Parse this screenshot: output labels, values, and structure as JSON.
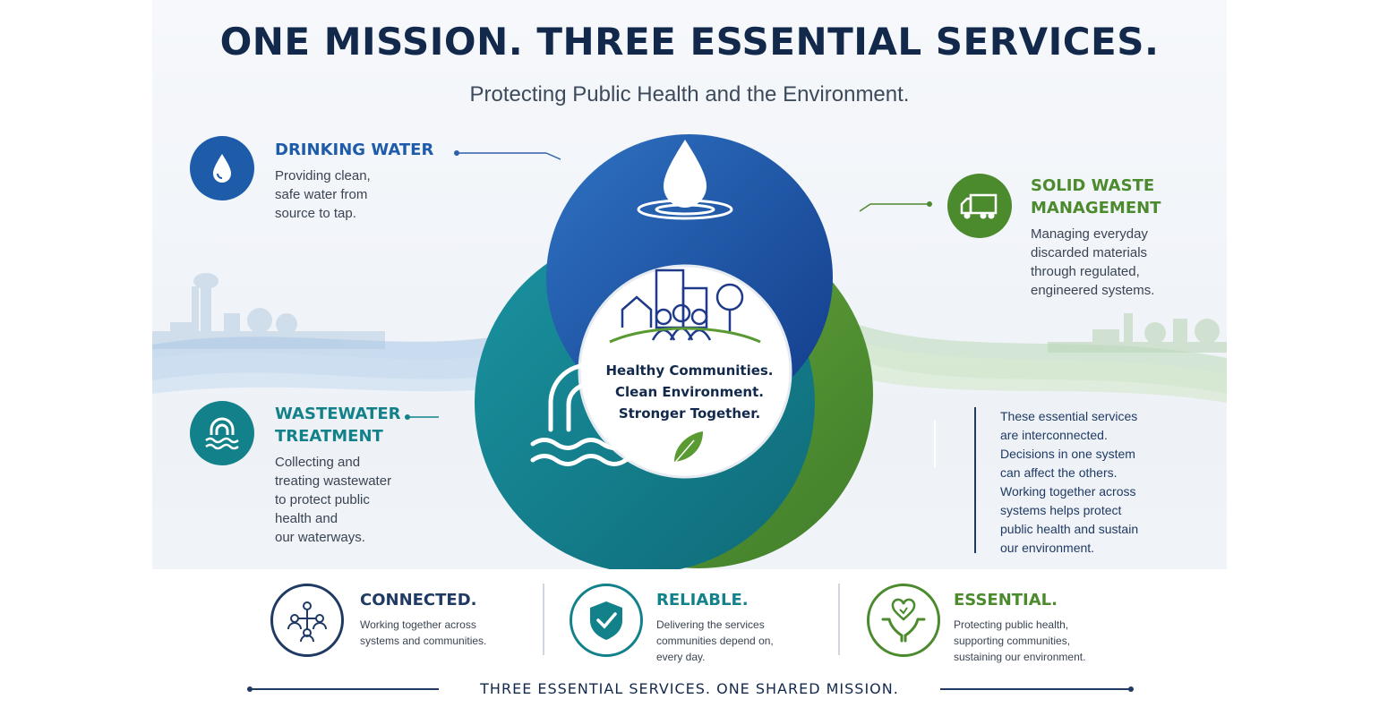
{
  "header": {
    "title": "ONE MISSION. THREE ESSENTIAL SERVICES.",
    "subtitle": "Protecting Public Health and the Environment."
  },
  "services": {
    "drinking_water": {
      "title": "DRINKING WATER",
      "desc": [
        "Providing clean,",
        "safe water from",
        "source to tap."
      ],
      "icon": "water-drop-icon",
      "color": "#1e5ba8"
    },
    "solid_waste": {
      "title": [
        "SOLID WASTE",
        "MANAGEMENT"
      ],
      "desc": [
        "Managing everyday",
        "discarded materials",
        "through regulated,",
        "engineered systems."
      ],
      "icon": "garbage-truck-icon",
      "color": "#4c8a2e"
    },
    "wastewater": {
      "title": [
        "WASTEWATER",
        "TREATMENT"
      ],
      "desc": [
        "Collecting and",
        "treating wastewater",
        "to protect public",
        "health and",
        "our waterways."
      ],
      "icon": "pipe-outfall-icon",
      "color": "#12818a"
    }
  },
  "center": {
    "lines": [
      "Healthy Communities.",
      "Clean Environment.",
      "Stronger Together."
    ],
    "icon": "community-city-icon",
    "leaf_icon": "leaf-icon"
  },
  "note": {
    "lines": [
      "These essential services",
      "are interconnected.",
      "Decisions in one system",
      "can affect the others.",
      "Working together across",
      "systems helps protect",
      "public health and sustain",
      "our environment."
    ]
  },
  "pillars": [
    {
      "title": "CONNECTED.",
      "desc": [
        "Working together across",
        "systems and communities."
      ],
      "icon": "network-people-icon",
      "color": "#1f3a63"
    },
    {
      "title": "RELIABLE.",
      "desc": [
        "Delivering the services",
        "communities depend on,",
        "every day."
      ],
      "icon": "shield-check-icon",
      "color": "#12818a"
    },
    {
      "title": "ESSENTIAL.",
      "desc": [
        "Protecting public health,",
        "supporting communities,",
        "sustaining our environment."
      ],
      "icon": "hands-heart-icon",
      "color": "#4c8a2e"
    }
  ],
  "footer": {
    "text": "THREE ESSENTIAL SERVICES. ONE SHARED MISSION."
  }
}
